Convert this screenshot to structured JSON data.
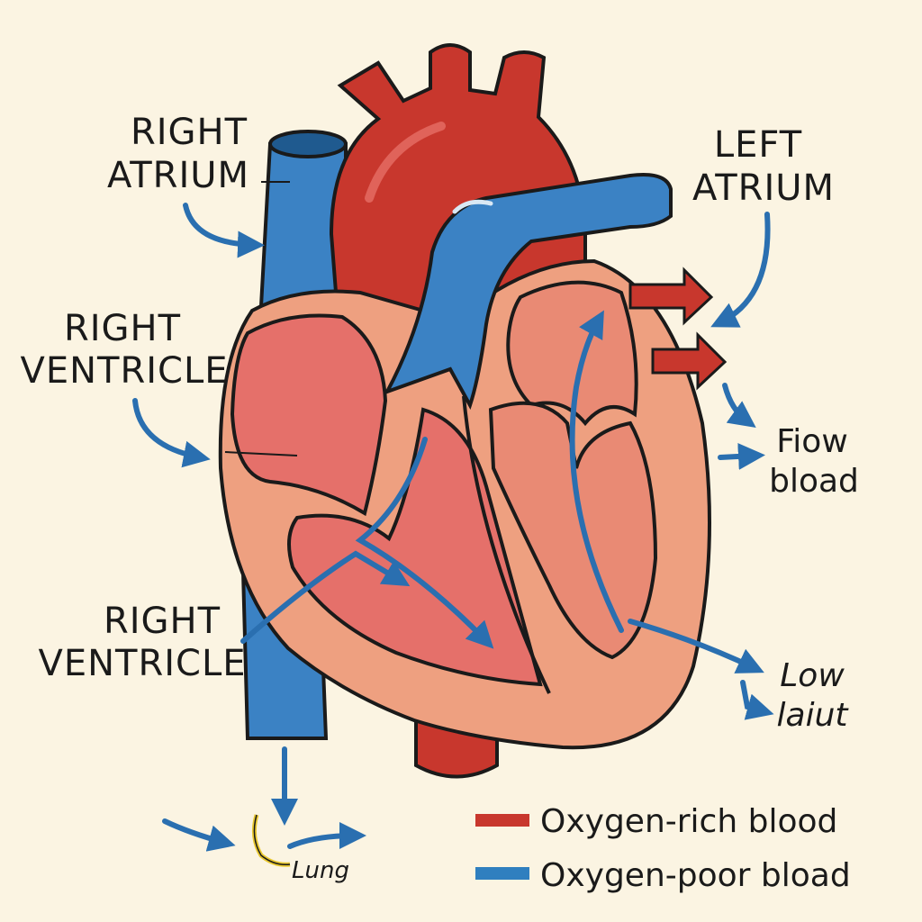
{
  "labels": {
    "right_atrium": {
      "line1": "RIGHT",
      "line2": "ATRIUM"
    },
    "left_atrium": {
      "line1": "LEFT",
      "line2": "ATRIUM"
    },
    "right_ventricle_upper": {
      "line1": "RIGHT",
      "line2": "VENTRICLE"
    },
    "right_ventricle_lower": {
      "line1": "RIGHT",
      "line2": "VENTRICLE"
    },
    "flow_blood": {
      "line1": "Fiow",
      "line2": "bload"
    },
    "low_laiut": {
      "line1": "Low",
      "line2": "laiut"
    },
    "lung": "Lung"
  },
  "legend": {
    "oxygen_rich": "Oxygen-rich blood",
    "oxygen_poor": "Oxygen-poor bload"
  },
  "colors": {
    "oxygen_rich": "#c8372d",
    "oxygen_poor": "#2f7fbf",
    "arrow": "#2a6fb0",
    "muscle": "#eea080",
    "chamber": "#e5706a",
    "background": "#fbf4e2"
  }
}
